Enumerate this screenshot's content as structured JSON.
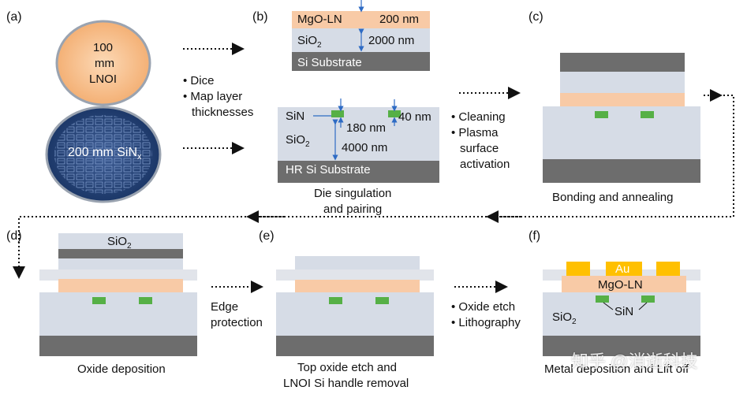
{
  "panels": {
    "a": "(a)",
    "b": "(b)",
    "c": "(c)",
    "d": "(d)",
    "e": "(e)",
    "f": "(f)"
  },
  "wafers": {
    "lnoi_line1": "100",
    "lnoi_line2": "mm",
    "lnoi_line3": "LNOI",
    "sin_label": "200 mm SiN",
    "sin_sub": "x"
  },
  "steps": {
    "dice": [
      "Dice",
      "Map layer",
      "thicknesses"
    ],
    "cleaning": [
      "Cleaning",
      "Plasma",
      "surface",
      "activation"
    ],
    "edge_protection": [
      "Edge",
      "protection"
    ],
    "oxide_etch": [
      "Oxide etch",
      "Lithography"
    ]
  },
  "panel_b": {
    "mgo_ln": "MgO-LN",
    "mgo_ln_thickness": "200 nm",
    "sio2": "SiO",
    "sio2_sub": "2",
    "sio2_thickness": "2000 nm",
    "si_substrate": "Si Substrate",
    "sin": "SiN",
    "sin_thickness_180": "180 nm",
    "sin_thickness_40": "40 nm",
    "sio2_lower": "SiO",
    "sio2_lower_sub": "2",
    "sio2_lower_thickness": "4000 nm",
    "hr_si_substrate": "HR Si Substrate",
    "caption_line1": "Die singulation",
    "caption_line2": "and pairing"
  },
  "captions": {
    "c": "Bonding and annealing",
    "d": "Oxide deposition",
    "e_line1": "Top oxide etch and",
    "e_line2": "LNOI Si handle removal",
    "f": "Metal deposition and Lift off"
  },
  "panel_d": {
    "sio2": "SiO",
    "sio2_sub": "2"
  },
  "panel_f": {
    "au": "Au",
    "mgo_ln": "MgO-LN",
    "sin": "SiN",
    "sio2": "SiO",
    "sio2_sub": "2"
  },
  "watermark": "知乎 @消逝科技",
  "colors": {
    "sio2": "#d6dce6",
    "substrate": "#6d6d6d",
    "mgo_ln": "#f8caa6",
    "sin": "#56b046",
    "gold": "#ffc000",
    "lnoi_wafer": "#f7ba82",
    "sin_wafer": "#1e3a6e",
    "arrow_blue": "#2e6bc4"
  }
}
